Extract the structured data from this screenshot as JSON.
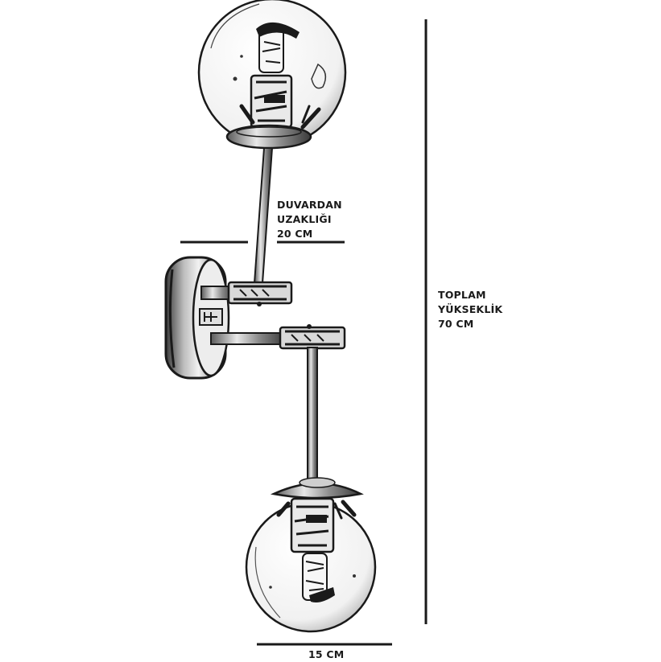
{
  "dimensions": {
    "wall_distance": {
      "line1": "DUVARDAN",
      "line2": "UZAKLIĞI",
      "value": "20 CM"
    },
    "total_height": {
      "line1": "TOPLAM",
      "line2": "YÜKSEKLİK",
      "value": "70 CM"
    },
    "width": {
      "value": "15 CM"
    }
  },
  "colors": {
    "ink": "#1a1a1a",
    "glass_shade": "#cfcfcf",
    "metal_shade": "#8a8a8a"
  }
}
